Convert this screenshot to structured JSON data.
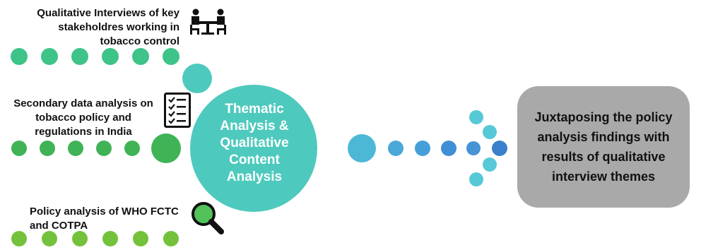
{
  "inputs": [
    {
      "label_lines": [
        "Qualitative Interviews of key",
        "stakeholdres working in",
        "tobacco control"
      ],
      "icon": "meeting-people-icon",
      "color": "#3ec389"
    },
    {
      "label_lines": [
        "Secondary data analysis on",
        "tobacco policy and",
        "regulations in India"
      ],
      "icon": "checklist-icon",
      "color": "#3fb356"
    },
    {
      "label_lines": [
        "Policy analysis of WHO FCTC",
        "and COTPA"
      ],
      "icon": "magnifying-glass-icon",
      "color": "#74c23b"
    }
  ],
  "center": {
    "lines": [
      "Thematic",
      "Analysis &",
      "Qualitative",
      "Content",
      "Analysis"
    ],
    "color": "#4ec9bd"
  },
  "result": {
    "lines": [
      "Juxtaposing the policy",
      "analysis findings with",
      "results of qualitative",
      "interview themes"
    ],
    "color": "#a9a9a9"
  },
  "connector_colors": [
    "#4cb8d6",
    "#3f9ad6",
    "#3b7fcc"
  ]
}
